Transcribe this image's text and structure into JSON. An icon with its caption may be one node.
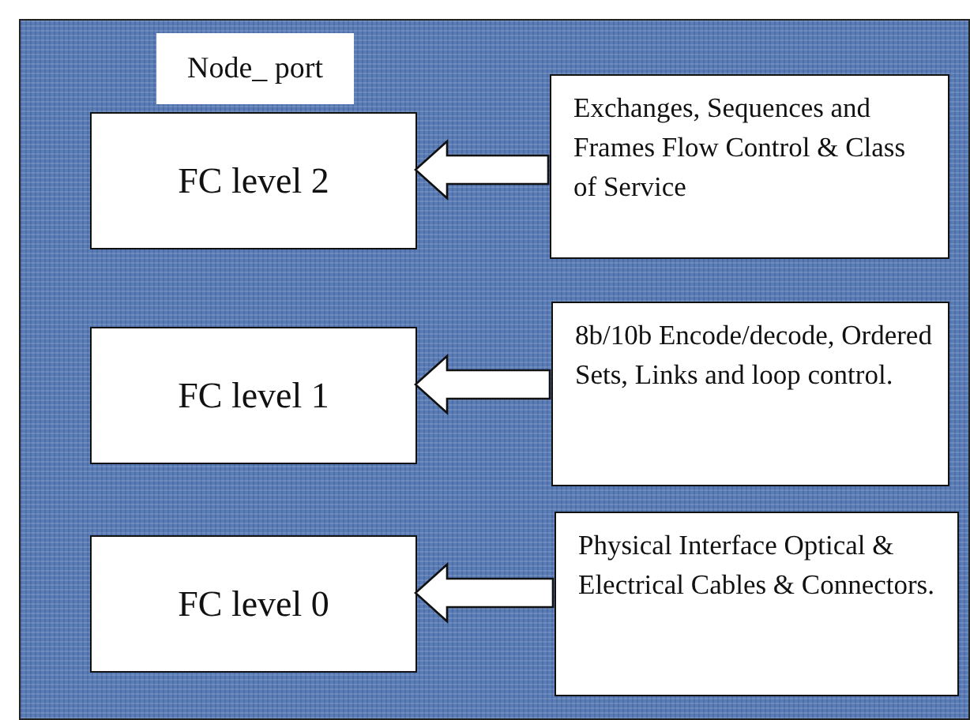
{
  "diagram": {
    "nodes": [
      {
        "text": [
          "Node_ port"
        ]
      },
      {
        "text": [
          "FC level 2"
        ],
        "in": 0
      },
      {
        "text": [
          "Exchanges, Sequences and Frames Flow Control & Class of Service"
        ],
        "in": 0
      },
      {
        "text": [
          "FC level 1"
        ],
        "in": 0
      },
      {
        "text": [
          "8b/10b Encode/decode, Ordered Sets, Links and loop control."
        ],
        "in": 0
      },
      {
        "text": [
          "FC level 0"
        ],
        "in": 0
      },
      {
        "text": [
          "Physical Interface Optical & Electrical Cables & Connectors."
        ],
        "in": 0
      }
    ],
    "edges": [
      {
        "from": 2,
        "to": 1,
        "arrow": "to"
      },
      {
        "from": 4,
        "to": 3,
        "arrow": "to"
      },
      {
        "from": 6,
        "to": 5,
        "arrow": "to"
      }
    ]
  }
}
